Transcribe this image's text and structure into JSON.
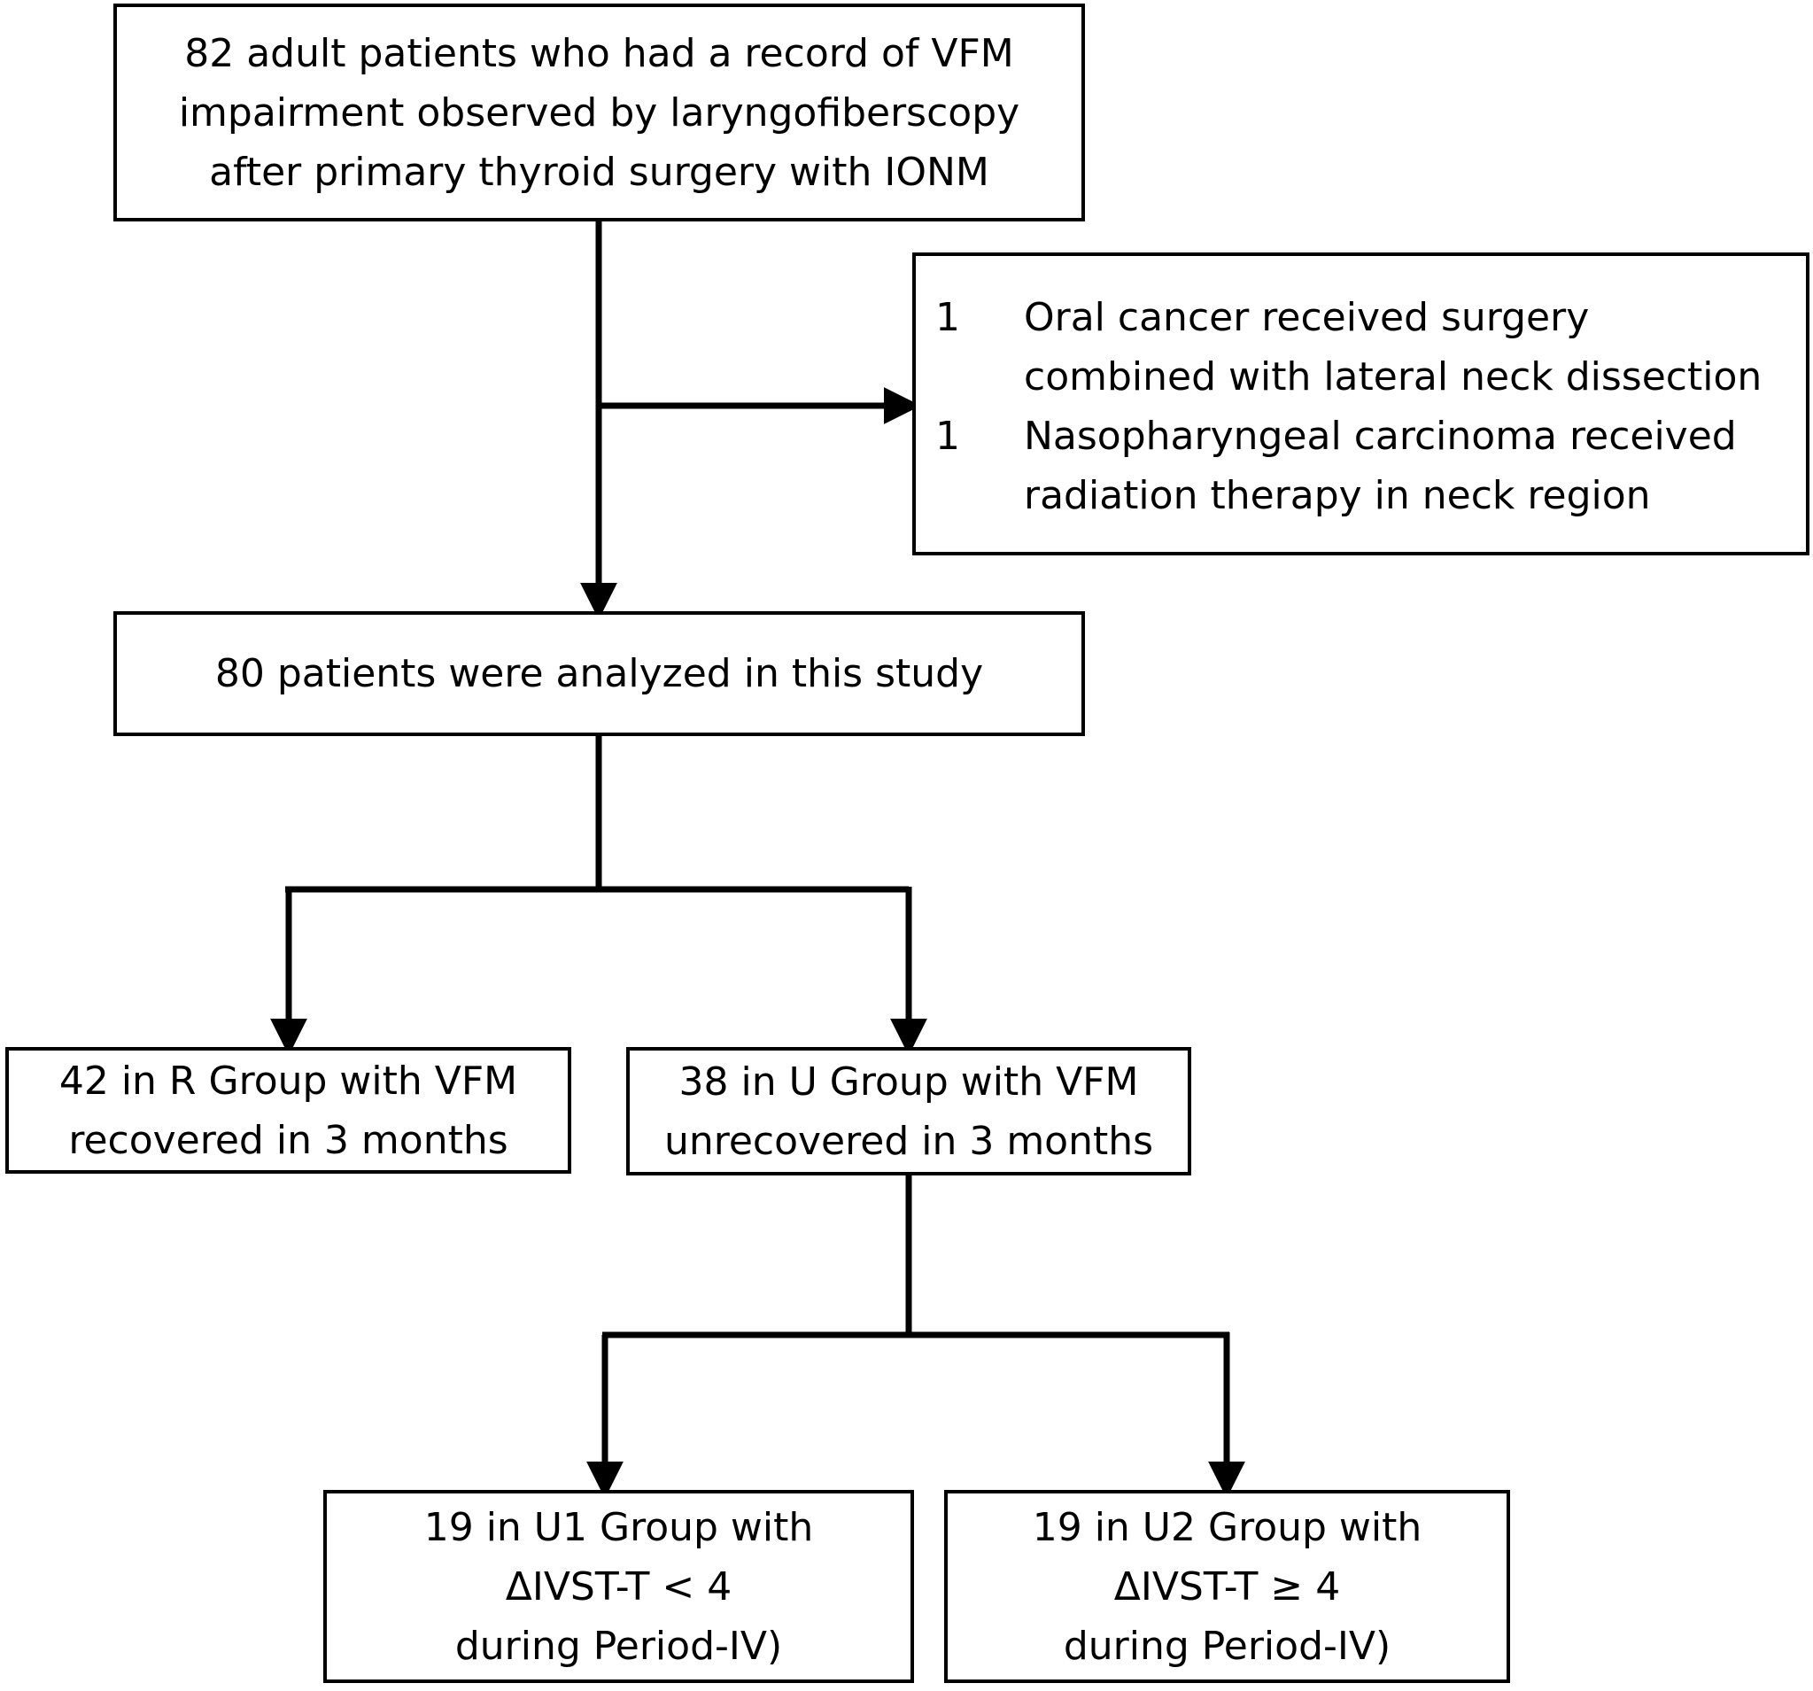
{
  "flowchart": {
    "start": {
      "lines": [
        "82 adult patients who had a record of VFM",
        "impairment observed by laryngofiberscopy",
        "after primary thyroid surgery with IONM"
      ]
    },
    "exclusions": [
      {
        "count": "1",
        "lines": [
          "Oral cancer received surgery",
          "combined with lateral neck dissection"
        ]
      },
      {
        "count": "1",
        "lines": [
          "Nasopharyngeal carcinoma received",
          "radiation therapy in neck region"
        ]
      }
    ],
    "analyzed": {
      "lines": [
        "80 patients were analyzed in this study"
      ]
    },
    "r_group": {
      "lines": [
        "42 in R Group with VFM",
        "recovered in 3 months"
      ]
    },
    "u_group": {
      "lines": [
        "38 in U Group with VFM",
        "unrecovered in 3 months"
      ]
    },
    "u1_group": {
      "lines": [
        "19 in U1 Group with",
        "ΔIVST-T < 4",
        "during Period-IV)"
      ]
    },
    "u2_group": {
      "lines": [
        "19 in U2 Group with",
        "ΔIVST-T ≥ 4",
        "during Period-IV)"
      ]
    }
  },
  "colors": {
    "line": "#000000",
    "background": "#ffffff"
  }
}
